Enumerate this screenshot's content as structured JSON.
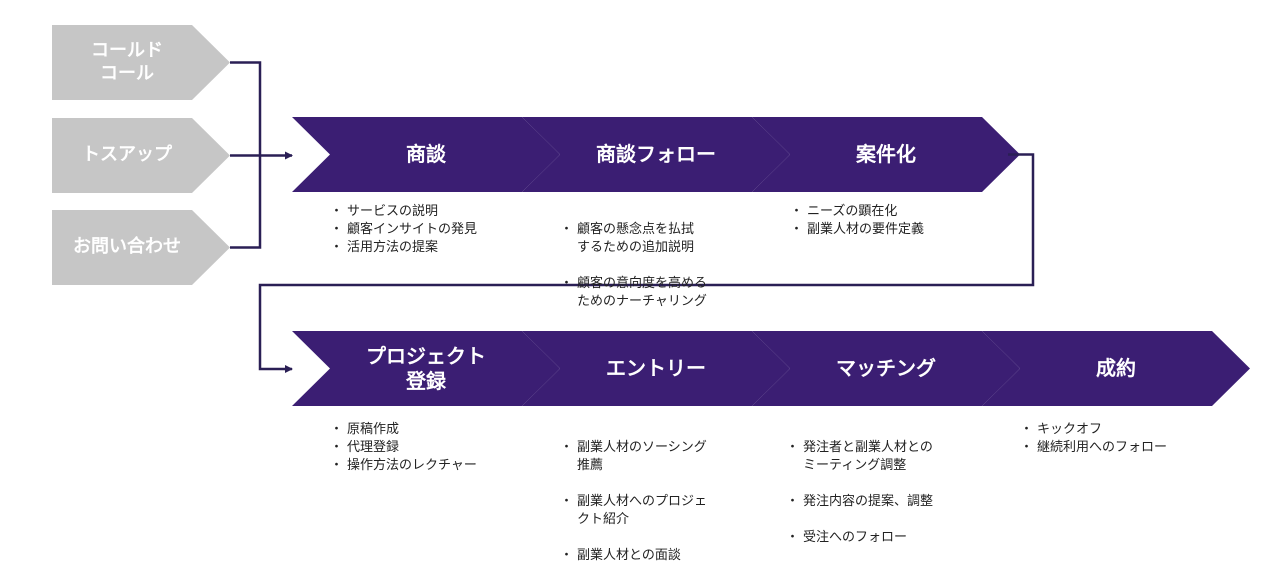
{
  "colors": {
    "source_fill": "#c6c6c6",
    "step_fill": "#3b1e73",
    "connector": "#2a1f55"
  },
  "sources": [
    {
      "label": "コールド\nコール"
    },
    {
      "label": "トスアップ"
    },
    {
      "label": "お問い合わせ"
    }
  ],
  "rows": [
    {
      "steps": [
        {
          "label": "商談",
          "bullets": [
            "サービスの説明",
            "顧客インサイトの発見",
            "活用方法の提案"
          ]
        },
        {
          "label": "商談フォロー",
          "bullets": [
            "顧客の懸念点を払拭\nするための追加説明",
            "顧客の意向度を高める\nためのナーチャリング"
          ]
        },
        {
          "label": "案件化",
          "bullets": [
            "ニーズの顕在化",
            "副業人材の要件定義"
          ]
        }
      ]
    },
    {
      "steps": [
        {
          "label": "プロジェクト\n登録",
          "bullets": [
            "原稿作成",
            "代理登録",
            "操作方法のレクチャー"
          ]
        },
        {
          "label": "エントリー",
          "bullets": [
            "副業人材のソーシング\n推薦",
            "副業人材へのプロジェ\nクト紹介",
            "副業人材との面談"
          ]
        },
        {
          "label": "マッチング",
          "bullets": [
            "発注者と副業人材との\nミーティング調整",
            "発注内容の提案、調整",
            "受注へのフォロー"
          ]
        },
        {
          "label": "成約",
          "bullets": [
            "キックオフ",
            "継続利用へのフォロー"
          ]
        }
      ]
    }
  ]
}
